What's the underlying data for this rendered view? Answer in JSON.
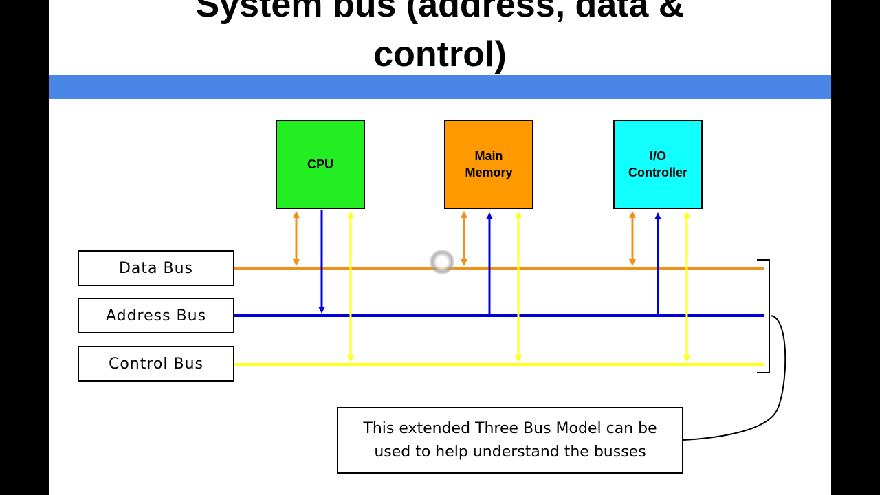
{
  "slide": {
    "title_line1": "System bus (address, data &",
    "title_line2": "control)"
  },
  "components": [
    {
      "label": "CPU",
      "color": "#22ee22"
    },
    {
      "label": "Main\nMemory",
      "color": "#ff9900"
    },
    {
      "label": "I/O\nController",
      "color": "#11ffff"
    }
  ],
  "buses": [
    {
      "label": "Data Bus",
      "color": "#f0921a"
    },
    {
      "label": "Address Bus",
      "color": "#0000dd"
    },
    {
      "label": "Control Bus",
      "color": "#ffff22"
    }
  ],
  "note": "This extended Three Bus Model can be used to help understand the busses"
}
